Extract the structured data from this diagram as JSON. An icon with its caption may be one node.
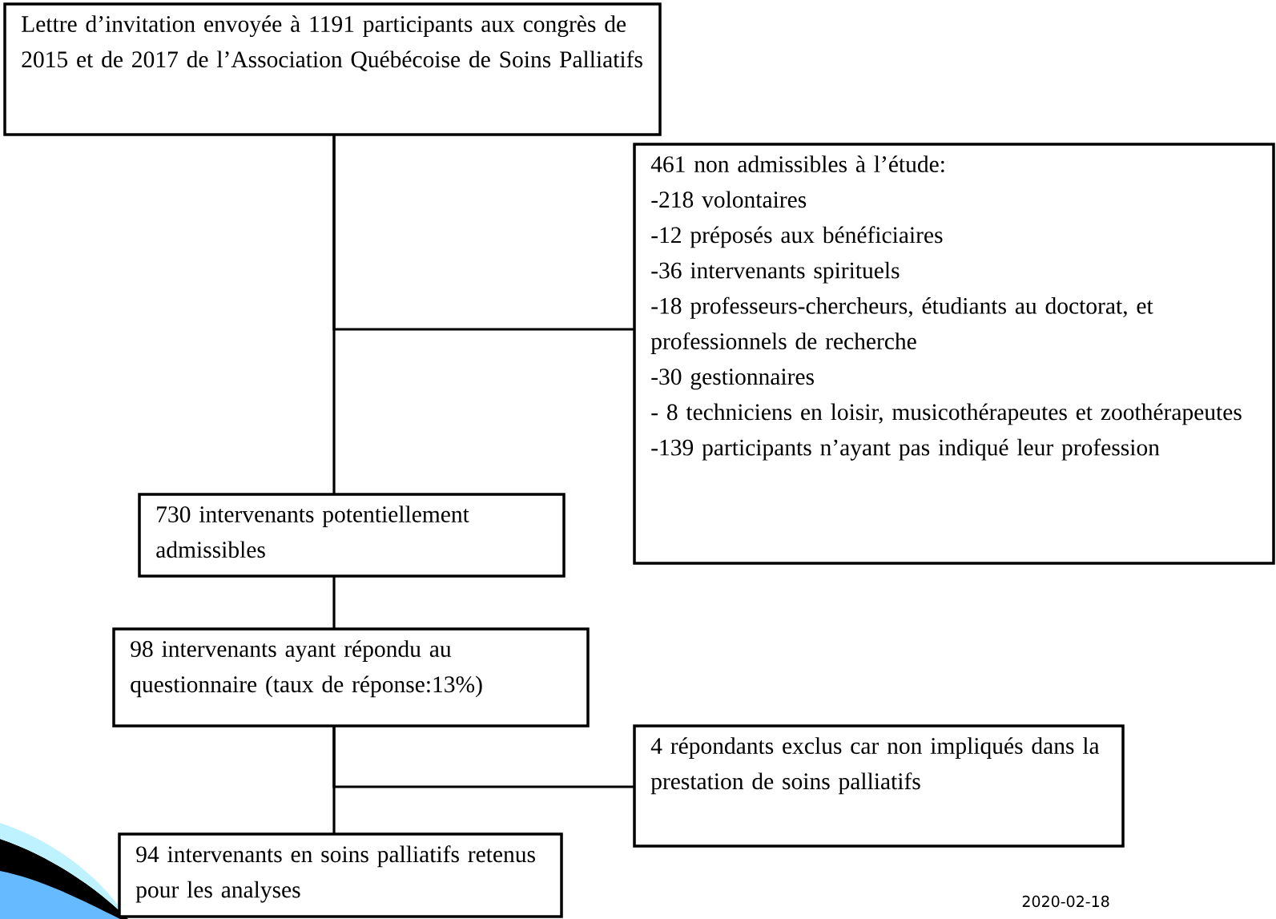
{
  "diagram": {
    "nodes": [
      {
        "text": [
          "Lettre d’invitation envoyée à 1191 participants aux congrès de 2015 et de 2017 de l’Association Québécoise de Soins Palliatifs"
        ]
      },
      {
        "text": [
          "461 non admissibles à l’étude:",
          "-218 volontaires",
          "-12 préposés aux bénéficiaires",
          "-36 intervenants spirituels",
          "-18 professeurs-chercheurs, étudiants au doctorat, et professionnels de recherche",
          "-30 gestionnaires",
          "- 8 techniciens en loisir, musicothérapeutes et zoothérapeutes",
          "-139 participants n’ayant pas indiqué leur profession"
        ]
      },
      {
        "text": [
          "730 intervenants potentiellement admissibles"
        ]
      },
      {
        "text": [
          "98 intervenants ayant répondu au questionnaire (taux de réponse:13%)"
        ]
      },
      {
        "text": [
          "4 répondants exclus car non impliqués dans la prestation de soins palliatifs"
        ]
      },
      {
        "text": [
          "94 intervenants en soins palliatifs retenus pour les analyses"
        ]
      }
    ],
    "edges": [
      {
        "from": 0,
        "to": 2,
        "arrow": "none"
      },
      {
        "from": 0,
        "to": 1,
        "arrow": "none"
      },
      {
        "from": 2,
        "to": 3,
        "arrow": "none"
      },
      {
        "from": 3,
        "to": 5,
        "arrow": "none"
      },
      {
        "from": 3,
        "to": 4,
        "arrow": "none"
      }
    ],
    "labels": [
      "2020-02-18"
    ]
  }
}
